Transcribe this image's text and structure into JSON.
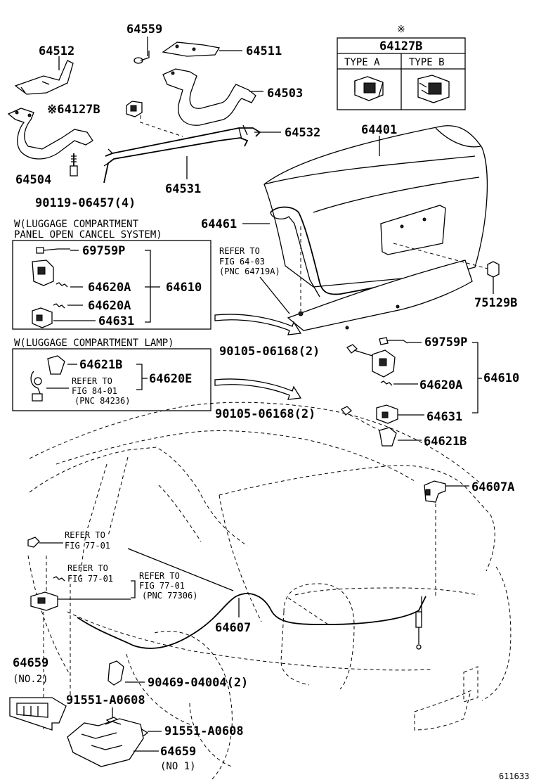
{
  "labels": {
    "p64559": "64559",
    "p64511": "64511",
    "p64512": "64512",
    "p64503": "64503",
    "p64127B": "※64127B",
    "p64532": "64532",
    "p64504": "64504",
    "p64531": "64531",
    "p90119": "90119-06457(4)",
    "p64401": "64401",
    "p64461": "64461",
    "p75129B": "75129B",
    "refer_64_03_l1": "REFER TO",
    "refer_64_03_l2": "FIG 64-03",
    "refer_64_03_l3": "(PNC 64719A)",
    "box1_title_l1": "W(LUGGAGE COMPARTMENT",
    "box1_title_l2": "PANEL OPEN CANCEL SYSTEM)",
    "box1_69759P": "69759P",
    "box1_64620A_1": "64620A",
    "box1_64620A_2": "64620A",
    "box1_64631": "64631",
    "box1_64610": "64610",
    "box2_title": "W(LUGGAGE COMPARTMENT LAMP)",
    "box2_64621B": "64621B",
    "box2_refer_l1": "REFER TO",
    "box2_refer_l2": "FIG 84-01",
    "box2_refer_l3": "(PNC 84236)",
    "box2_64620E": "64620E",
    "r_90105_1": "90105-06168(2)",
    "r_69759P": "69759P",
    "r_64620A": "64620A",
    "r_64610": "64610",
    "r_90105_2": "90105-06168(2)",
    "r_64631": "64631",
    "r_64621B": "64621B",
    "p64607A": "64607A",
    "refer_77_a_l1": "REFER TO",
    "refer_77_a_l2": "FIG 77-01",
    "refer_77_b_l1": "REFER TO",
    "refer_77_b_l2": "FIG 77-01",
    "refer_77_c_l1": "REFER TO",
    "refer_77_c_l2": "FIG 77-01",
    "refer_77_c_l3": "(PNC 77306)",
    "p64607": "64607",
    "p64659_no2": "64659",
    "p64659_no2_sub": "(NO.2)",
    "p90469": "90469-04004(2)",
    "p91551_a": "91551-A0608",
    "p91551_b": "91551-A0608",
    "p64659_no1": "64659",
    "p64659_no1_sub": "(NO 1)",
    "figure_id": "611633"
  },
  "type_table": {
    "mark": "※",
    "part": "64127B",
    "col_a": "TYPE A",
    "col_b": "TYPE B"
  }
}
